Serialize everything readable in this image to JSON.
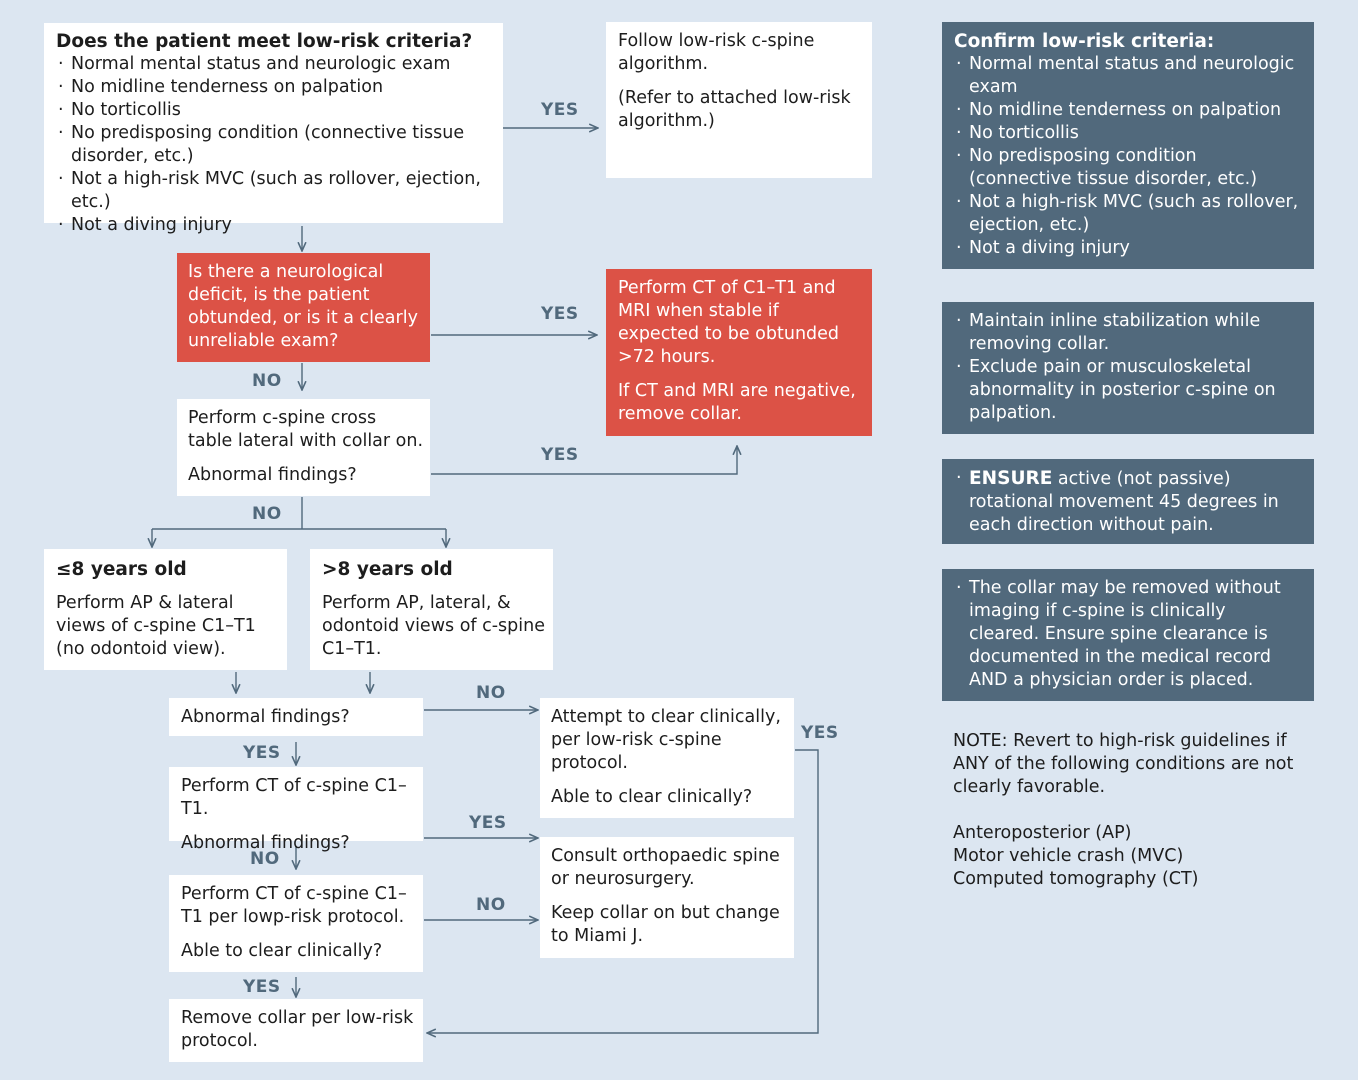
{
  "start": {
    "title": "Does the patient meet low-risk criteria?",
    "items": [
      "Normal mental status and neurologic exam",
      "No midline tenderness on palpation",
      "No torticollis",
      "No predisposing condition (connective tissue disorder, etc.)",
      "Not a high-risk MVC (such as rollover, ejection, etc.)",
      "Not a diving injury"
    ]
  },
  "low_risk_path": {
    "line1": "Follow low-risk c-spine algorithm.",
    "line2": "(Refer to attached low-risk algorithm.)"
  },
  "neuro_question": "Is there a neurological deficit, is the patient obtunded, or is it a clearly unreliable exam?",
  "ct_mri": {
    "line1": "Perform CT of C1–T1 and MRI when stable if expected to be obtunded >72 hours.",
    "line2": "If CT and MRI are negative, remove collar."
  },
  "cross_table": {
    "line1": "Perform c-spine cross table lateral with collar on.",
    "line2": "Abnormal findings?"
  },
  "age_young": {
    "title": "≤8 years old",
    "text": "Perform AP & lateral views of c-spine C1–T1 (no odontoid view)."
  },
  "age_old": {
    "title": ">8 years old",
    "text": "Perform AP, lateral, & odontoid views of c-spine C1–T1."
  },
  "abnormal_1": "Abnormal findings?",
  "attempt_clear": {
    "line1": "Attempt to clear clinically, per low-risk c-spine protocol.",
    "line2": "Able to clear clinically?"
  },
  "ct_spine": {
    "line1": "Perform CT of c-spine C1–T1.",
    "line2": "Abnormal findings?"
  },
  "consult": {
    "line1": "Consult orthopaedic spine or neurosurgery.",
    "line2": "Keep collar on but change to Miami J."
  },
  "ct_low": {
    "line1": "Perform CT of c-spine C1–T1 per lowp-risk protocol.",
    "line2": "Able to clear clinically?"
  },
  "remove_collar": "Remove collar per low-risk protocol.",
  "labels": {
    "yes": "YES",
    "no": "NO"
  },
  "side_panels": {
    "confirm": {
      "title": "Confirm low-risk criteria:",
      "items": [
        "Normal mental status and neurologic exam",
        "No midline tenderness on palpation",
        "No torticollis",
        "No predisposing condition (connective tissue disorder, etc.)",
        "Not a high-risk MVC (such as rollover, ejection, etc.)",
        "Not a diving injury"
      ]
    },
    "inline": {
      "items": [
        "Maintain inline stabilization while removing collar.",
        "Exclude pain or musculoskeletal abnormality in posterior c-spine on palpation."
      ]
    },
    "ensure": {
      "strong": "ENSURE",
      "rest": " active (not passive) rotational movement 45 degrees in each direction without pain."
    },
    "collar": {
      "text": "The collar may be removed without imaging if c-spine is clinically cleared. Ensure spine clearance is documented in the medical record AND a physician order is placed."
    }
  },
  "note": {
    "text": "NOTE: Revert to high-risk guidelines if ANY of the following conditions are not clearly favorable.",
    "abbreviations": [
      "Anteroposterior (AP)",
      "Motor vehicle crash (MVC)",
      "Computed tomography (CT)"
    ]
  },
  "colors": {
    "background": "#dce6f1",
    "red_box": "#dc5246",
    "slate_box": "#51697c",
    "connector": "#51697c"
  }
}
